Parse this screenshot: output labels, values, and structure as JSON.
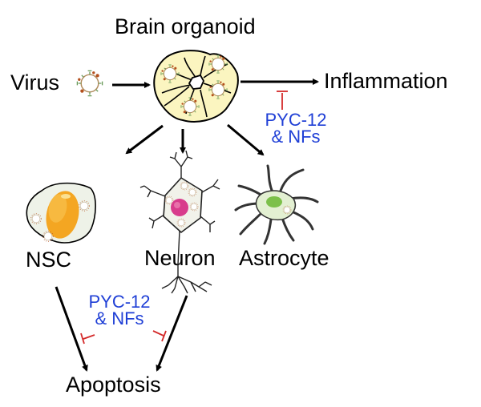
{
  "diagram": {
    "title": "Brain organoid",
    "nodes": {
      "virus": "Virus",
      "organoid": "Brain organoid",
      "inflammation": "Inflammation",
      "nsc": "NSC",
      "neuron": "Neuron",
      "astrocyte": "Astrocyte",
      "apoptosis": "Apoptosis"
    },
    "inhibitor": {
      "line1": "PYC-12",
      "line2": "& NFs"
    },
    "edges": [
      {
        "from": "Virus",
        "to": "Brain organoid",
        "type": "activation"
      },
      {
        "from": "Brain organoid",
        "to": "Inflammation",
        "type": "activation"
      },
      {
        "from": "Brain organoid",
        "to": "NSC",
        "type": "activation"
      },
      {
        "from": "Brain organoid",
        "to": "Neuron",
        "type": "activation"
      },
      {
        "from": "Brain organoid",
        "to": "Astrocyte",
        "type": "activation"
      },
      {
        "from": "NSC",
        "to": "Apoptosis",
        "type": "activation"
      },
      {
        "from": "Neuron",
        "to": "Apoptosis",
        "type": "activation"
      },
      {
        "from": "PYC-12 & NFs",
        "to": "Brain organoid → Inflammation",
        "type": "inhibition"
      },
      {
        "from": "PYC-12 & NFs",
        "to": "NSC → Apoptosis",
        "type": "inhibition"
      },
      {
        "from": "PYC-12 & NFs",
        "to": "Neuron → Apoptosis",
        "type": "inhibition"
      }
    ],
    "colors": {
      "arrow": "#000000",
      "inhibitor_text": "#1f3fd6",
      "inhibition_bar": "#d42a2a",
      "organoid_fill": "#fbf5c0",
      "nsc_nucleus": "#f4a622",
      "neuron_nucleus": "#d83c8c",
      "astrocyte_nucleus": "#7cc04a",
      "virus_spike_green": "#6a9a5a",
      "virus_spike_brown": "#b4501e"
    }
  }
}
